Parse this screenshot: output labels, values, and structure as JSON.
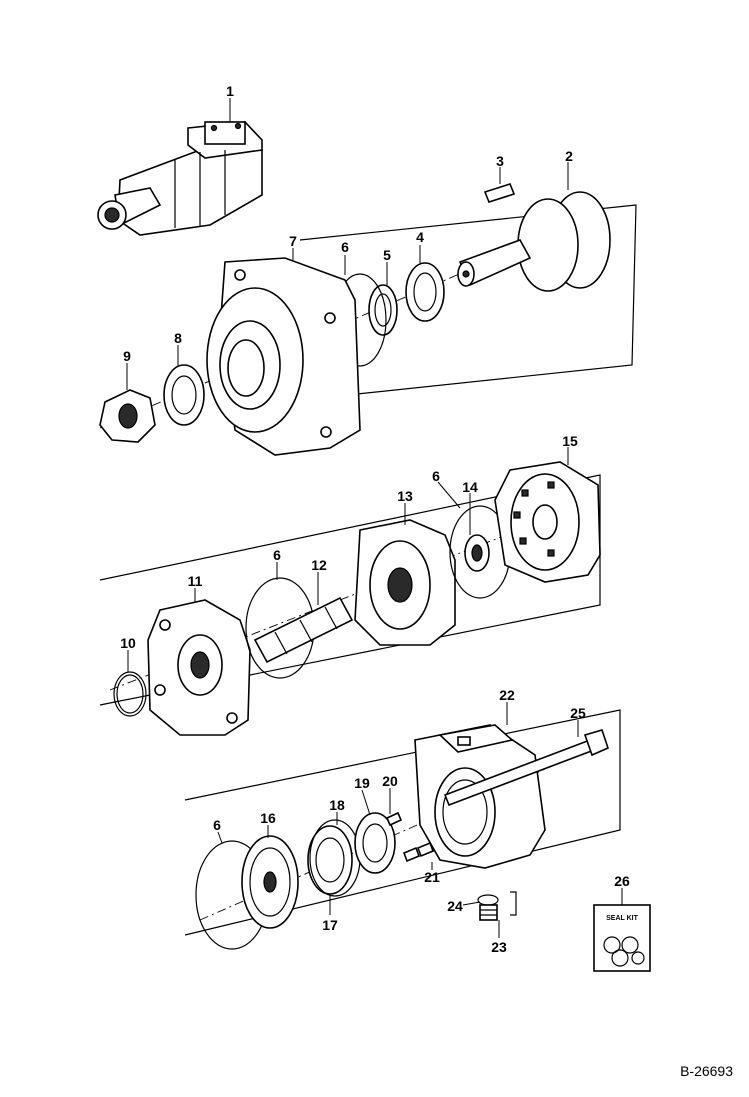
{
  "diagram": {
    "drawing_number": "B-26693",
    "seal_kit_label": "SEAL KIT",
    "callouts": [
      "1",
      "2",
      "3",
      "4",
      "5",
      "6",
      "7",
      "8",
      "9",
      "10",
      "11",
      "12",
      "13",
      "14",
      "15",
      "16",
      "17",
      "18",
      "19",
      "20",
      "21",
      "22",
      "23",
      "24",
      "25",
      "26"
    ],
    "callout_6_repeats": [
      "6",
      "6",
      "6",
      "6"
    ]
  }
}
